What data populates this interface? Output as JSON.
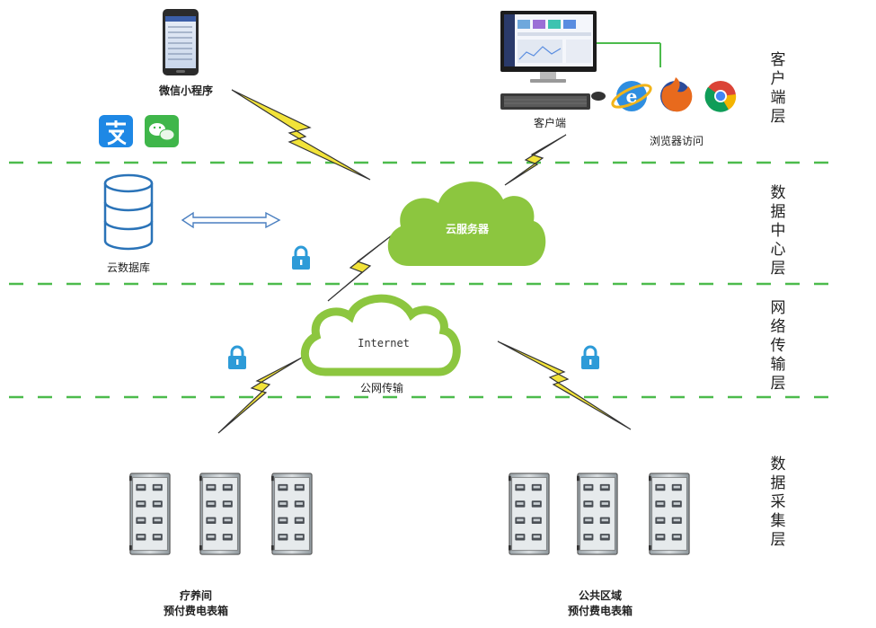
{
  "labels": {
    "mini_program": "微信小程序",
    "client": "客户端",
    "browser_access": "浏览器访问",
    "cloud_database": "云数据库",
    "cloud_server": "云服务器",
    "internet": "Internet",
    "public_network": "公网传输",
    "site_a_line1": "疗养间",
    "site_a_line2": "预付费电表箱",
    "site_b_line1": "公共区域",
    "site_b_line2": "预付费电表箱"
  },
  "layers": [
    {
      "chars": [
        "客",
        "户",
        "端",
        "层"
      ]
    },
    {
      "chars": [
        "数",
        "据",
        "中",
        "心",
        "层"
      ]
    },
    {
      "chars": [
        "网",
        "络",
        "传",
        "输",
        "层"
      ]
    },
    {
      "chars": [
        "数",
        "据",
        "采",
        "集",
        "层"
      ]
    }
  ],
  "colors": {
    "divider": "#4cbb4c",
    "cloud_fill": "#8cc63f",
    "cloud_outline": "#8cc63f",
    "bolt": "#f2e33a",
    "lock": "#2d9bd8",
    "db_stroke": "#2a73b8",
    "arrow": "#4a7fc0"
  },
  "icons": [
    "phone-icon",
    "alipay-icon",
    "wechat-icon",
    "monitor-icon",
    "keyboard-icon",
    "mouse-icon",
    "ie-icon",
    "firefox-icon",
    "chrome-icon",
    "database-icon",
    "lock-icon",
    "lightning-icon",
    "cloud-icon",
    "meter-box-icon"
  ]
}
